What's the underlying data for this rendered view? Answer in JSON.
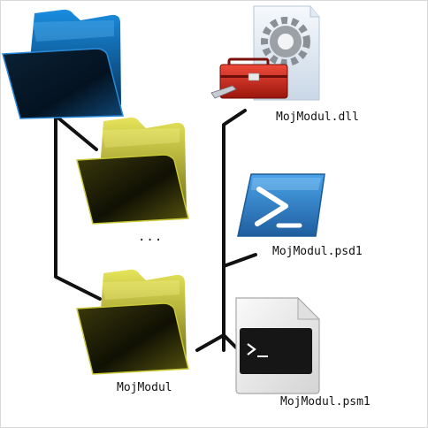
{
  "labels": {
    "dll": "MojModul.dll",
    "psd1": "MojModul.psd1",
    "module_folder": "MojModul",
    "psm1": "MojModul.psm1",
    "ellipsis": "..."
  },
  "icons": {
    "root_folder": "blue-folder-icon",
    "subfolder": "yellow-folder-icon",
    "module_folder": "yellow-folder-icon",
    "dll_file": "toolbox-gear-document-icon",
    "psd1_file": "powershell-icon",
    "psm1_file": "script-file-icon"
  },
  "colors": {
    "blue_folder": "#1e7fd0",
    "yellow_folder": "#c9c838",
    "connector": "#111111",
    "powershell": "#2d7fc8",
    "toolbox": "#d42b20",
    "gear": "#8a8f96"
  }
}
